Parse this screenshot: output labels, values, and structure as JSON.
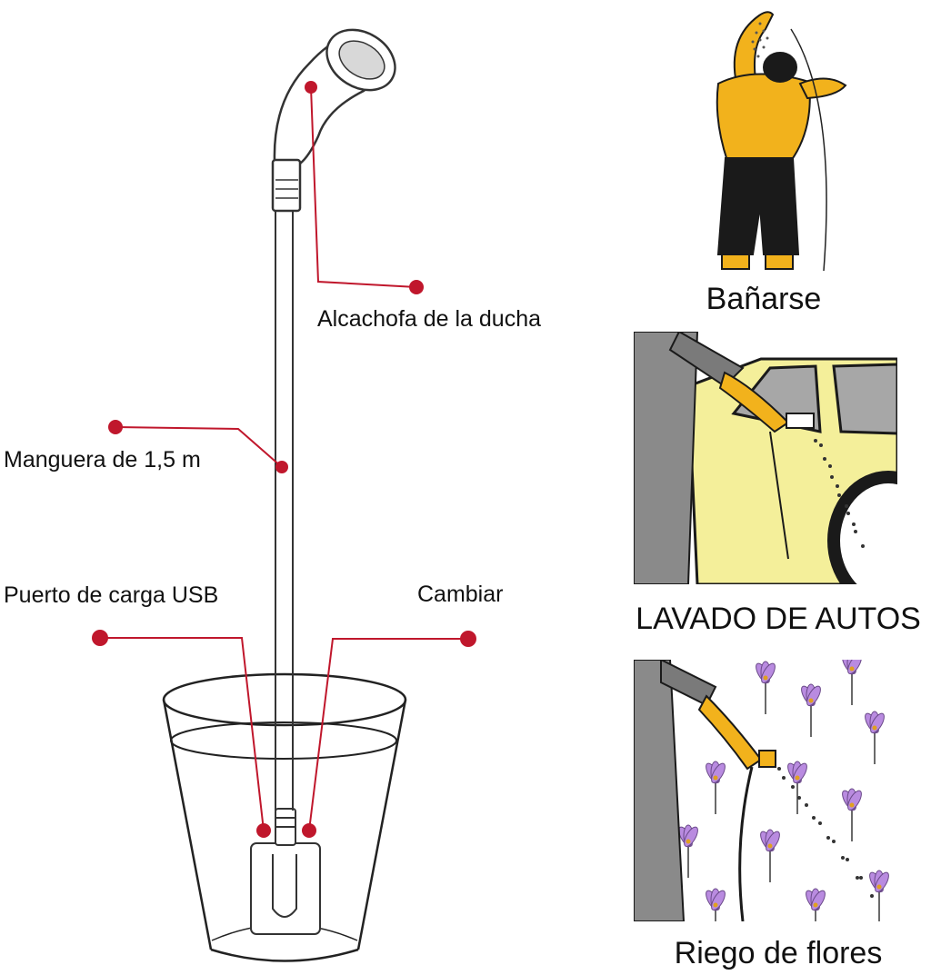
{
  "callouts": {
    "shower_head": "Alcachofa de la ducha",
    "hose": "Manguera de 1,5 m",
    "usb_port": "Puerto de carga USB",
    "switch": "Cambiar"
  },
  "uses": [
    {
      "caption": "Bañarse",
      "scene": "person-bathing"
    },
    {
      "caption": "LAVADO DE AUTOS",
      "scene": "car-washing"
    },
    {
      "caption": "Riego de flores",
      "scene": "flower-watering"
    }
  ],
  "colors": {
    "callout": "#c0172c",
    "skin": "#f2b21c",
    "car": "#f4ef9a",
    "sleeve": "#7a7a7a",
    "flower": "#b98be0"
  }
}
